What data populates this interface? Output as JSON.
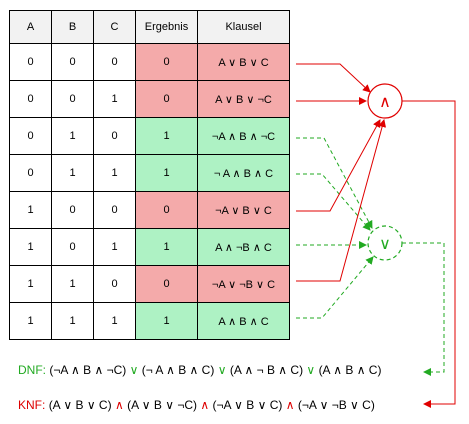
{
  "colors": {
    "red": "#e00000",
    "green": "#22aa22",
    "pink": "#f4aaaa",
    "mint": "#aef2c4"
  },
  "table": {
    "headers": [
      "A",
      "B",
      "C",
      "Ergebnis",
      "Klausel"
    ],
    "rows": [
      {
        "a": "0",
        "b": "0",
        "c": "0",
        "ergebnis": "0",
        "klausel": "A ∨ B ∨ C"
      },
      {
        "a": "0",
        "b": "0",
        "c": "1",
        "ergebnis": "0",
        "klausel": "A ∨ B ∨ ¬C"
      },
      {
        "a": "0",
        "b": "1",
        "c": "0",
        "ergebnis": "1",
        "klausel": "¬A ∧ B ∧ ¬C"
      },
      {
        "a": "0",
        "b": "1",
        "c": "1",
        "ergebnis": "1",
        "klausel": "¬ A ∧ B ∧ C"
      },
      {
        "a": "1",
        "b": "0",
        "c": "0",
        "ergebnis": "0",
        "klausel": "¬A ∨ B ∨ C"
      },
      {
        "a": "1",
        "b": "0",
        "c": "1",
        "ergebnis": "1",
        "klausel": "A ∧ ¬B ∧ C"
      },
      {
        "a": "1",
        "b": "1",
        "c": "0",
        "ergebnis": "0",
        "klausel": "¬A ∨ ¬B ∨ C"
      },
      {
        "a": "1",
        "b": "1",
        "c": "1",
        "ergebnis": "1",
        "klausel": "A ∧ B ∧ C"
      }
    ]
  },
  "nodes": {
    "and": "∧",
    "or": "∨"
  },
  "formulas": {
    "dnf": {
      "label": "DNF:",
      "op": "∨",
      "terms": [
        "(¬A ∧ B ∧ ¬C)",
        "(¬ A ∧ B ∧ C)",
        "(A ∧ ¬ B ∧ C)",
        "(A ∧ B ∧ C)"
      ]
    },
    "knf": {
      "label": "KNF:",
      "op": "∧",
      "terms": [
        "(A ∨ B ∨ C)",
        "(A ∨ B ∨ ¬C)",
        "(¬A ∨ B ∨ C)",
        "(¬A ∨ ¬B ∨ C)"
      ]
    }
  }
}
